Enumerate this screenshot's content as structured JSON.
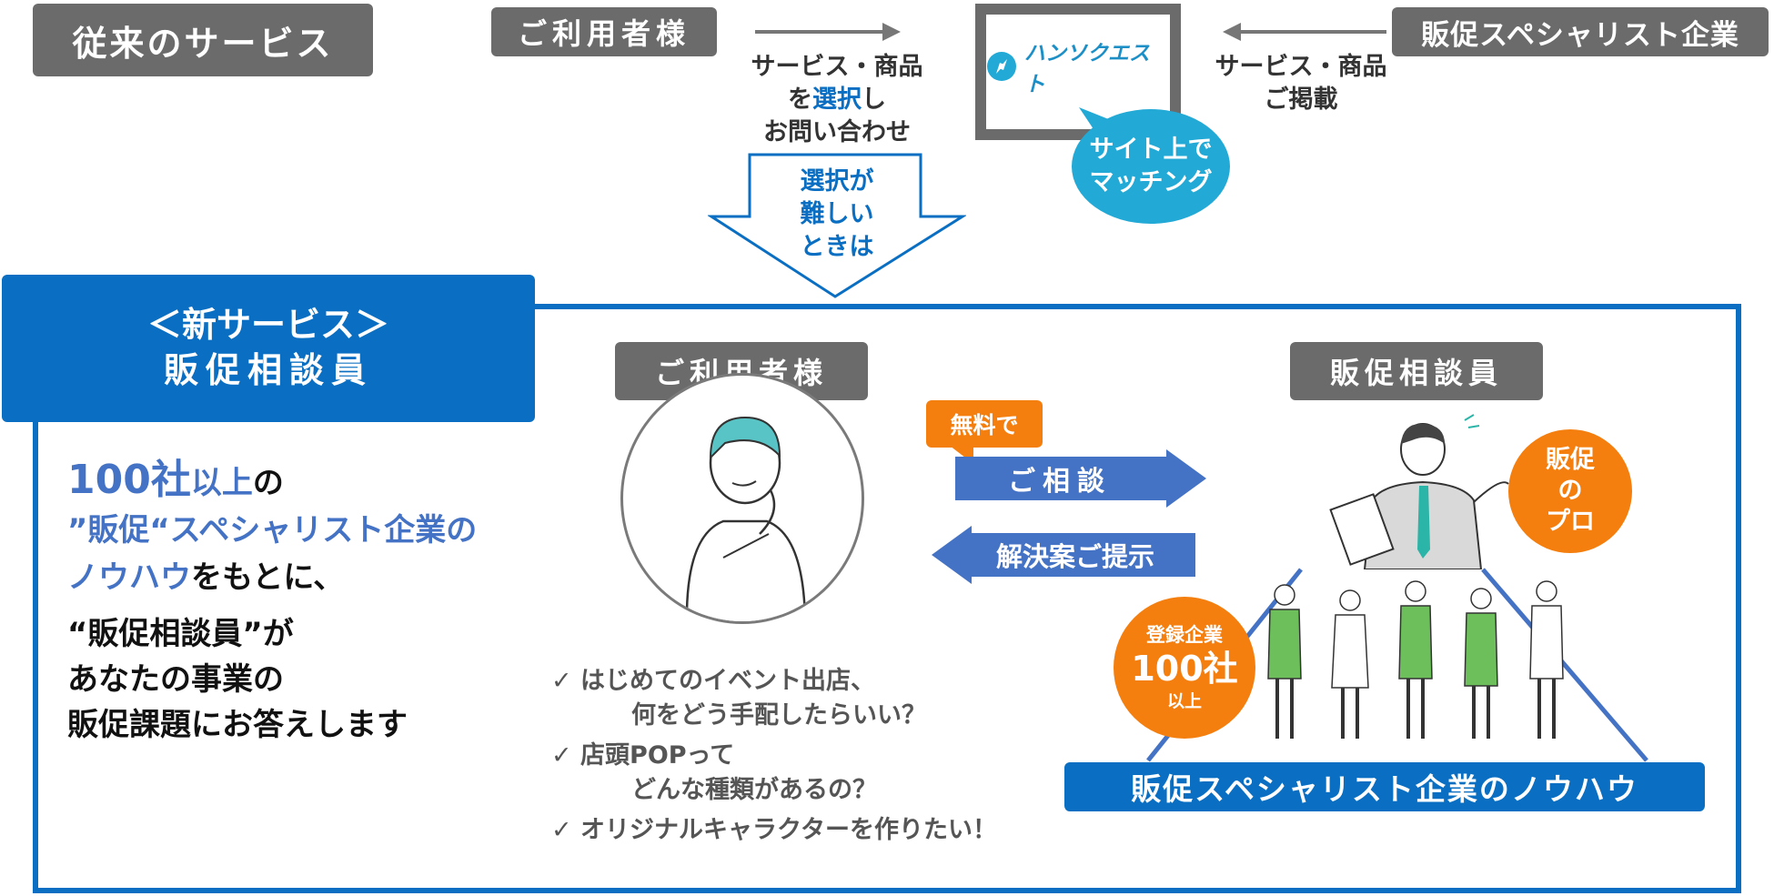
{
  "top": {
    "traditional_label": "従来のサービス",
    "user_label": "ご利用者様",
    "user_action": [
      "サービス・商品",
      "を",
      "選択",
      "し",
      "お問い合わせ"
    ],
    "site_logo_text": "ハンソクエスト",
    "site_bubble": [
      "サイト上で",
      "マッチング"
    ],
    "company_label": "販促スペシャリスト企業",
    "company_action": [
      "サービス・商品",
      "ご掲載"
    ],
    "down_arrow_text": [
      "選択が",
      "難しい",
      "ときは"
    ]
  },
  "new_service": {
    "header_line1": "＜新サービス＞",
    "header_line2": "販促相談員",
    "headline_num": "100社",
    "headline_a": "以上",
    "headline_b": "の",
    "headline_line2": "”販促“スペシャリスト企業の",
    "headline_line3a": "ノウハウ",
    "headline_line3b": "をもとに、",
    "body_line1": "“販促相談員”が",
    "body_line2": "あなたの事業の",
    "body_line3": "販促課題にお答えします",
    "user_label": "ご利用者様",
    "consultant_label": "販促相談員",
    "free_tag": "無料で",
    "consult_arrow": "ご相談",
    "solution_arrow": "解決案ご提示",
    "pro_badge": [
      "販促",
      "の",
      "プロ"
    ],
    "registered_badge": {
      "top": "登録企業",
      "num": "100社",
      "bottom": "以上"
    },
    "knowhow_label": "販促スペシャリスト企業のノウハウ",
    "checks": [
      {
        "mark": "✓",
        "line1": "はじめてのイベント出店、",
        "line2": "何をどう手配したらいい？"
      },
      {
        "mark": "✓",
        "line1": "店頭POPって",
        "line2": "どんな種類があるの？"
      },
      {
        "mark": "✓",
        "line1": "オリジナルキャラクターを作りたい！",
        "line2": ""
      }
    ]
  },
  "colors": {
    "brand_blue": "#0a6fc2",
    "arrow_blue": "#4472c4",
    "orange": "#f47f0f",
    "gray": "#6b6b6b",
    "bubble_cyan": "#22a9d6",
    "figure_green": "#6cbf5a"
  }
}
